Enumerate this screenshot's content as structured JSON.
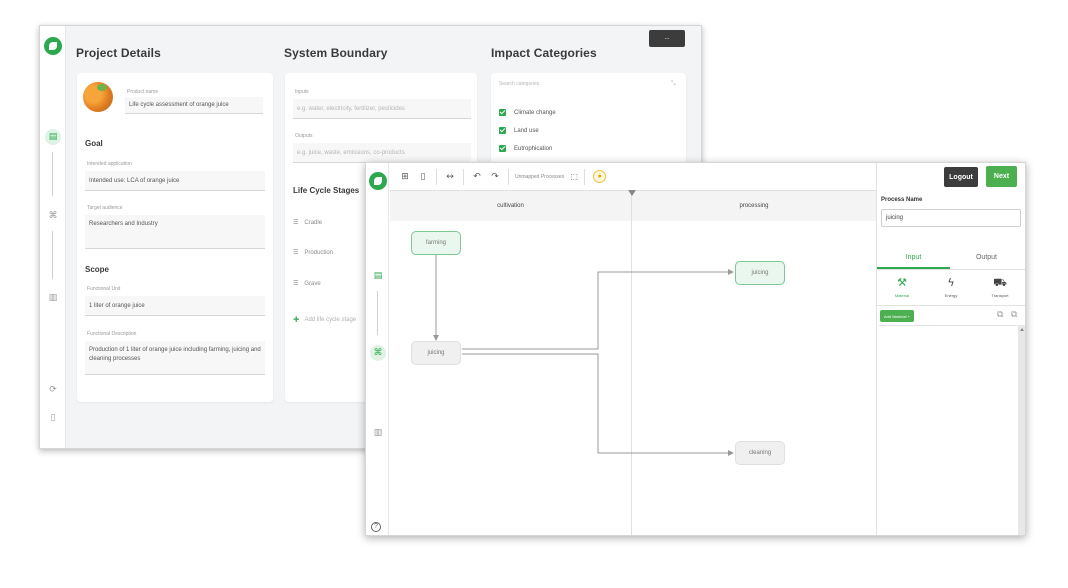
{
  "back_window": {
    "top_button_label": "...",
    "headings": {
      "project_details": "Project Details",
      "system_boundary": "System Boundary",
      "impact_categories": "Impact Categories"
    },
    "project_panel": {
      "product_label": "Product name",
      "product_value": "Life cycle assessment of orange juice",
      "goal_heading": "Goal",
      "intended_app_label": "Intended application",
      "intended_app_value": "Intended use: LCA of orange juice",
      "audience_label": "Target audience",
      "audience_value": "Researchers and Industry",
      "scope_heading": "Scope",
      "func_unit_label": "Functional Unit",
      "func_unit_value": "1 liter of orange juice",
      "func_desc_label": "Functional Description",
      "func_desc_value": "Production of 1 liter of orange juice including farming, juicing and cleaning processes"
    },
    "boundary_panel": {
      "inputs_label": "Inputs",
      "inputs_value": "e.g. water, electricity, fertilizer, pesticides",
      "outputs_label": "Outputs",
      "outputs_value": "e.g. juice, waste, emissions, co-products",
      "lifecycle_heading": "Life Cycle Stages",
      "stages": [
        "Cradle",
        "Production",
        "Grave"
      ],
      "add_stage_label": "Add life cycle stage"
    },
    "impact_panel": {
      "search_placeholder": "Search categories",
      "categories": [
        "Climate change",
        "Land use",
        "Eutrophication"
      ]
    }
  },
  "toolbar": {
    "unmapped_label": "Unmapped Processes"
  },
  "canvas": {
    "lanes": [
      "cultivation",
      "processing"
    ],
    "nodes": {
      "farming": "farming",
      "juicing_left": "juicing",
      "juicing_right": "juicing",
      "cleaning": "cleaning"
    }
  },
  "side_panel": {
    "logout_label": "Logout",
    "next_label": "Next",
    "process_name_label": "Process Name",
    "process_name_value": "juicing",
    "tabs": [
      "Input",
      "Output"
    ],
    "categories": [
      "Material",
      "Energy",
      "Transport"
    ],
    "add_material_label": "Add Material +"
  },
  "icons": {
    "logo": "leaf-logo-icon",
    "accent_color": "#2ea84f",
    "dark_button_color": "#3c3c3c",
    "next_button_color": "#4caf50"
  }
}
